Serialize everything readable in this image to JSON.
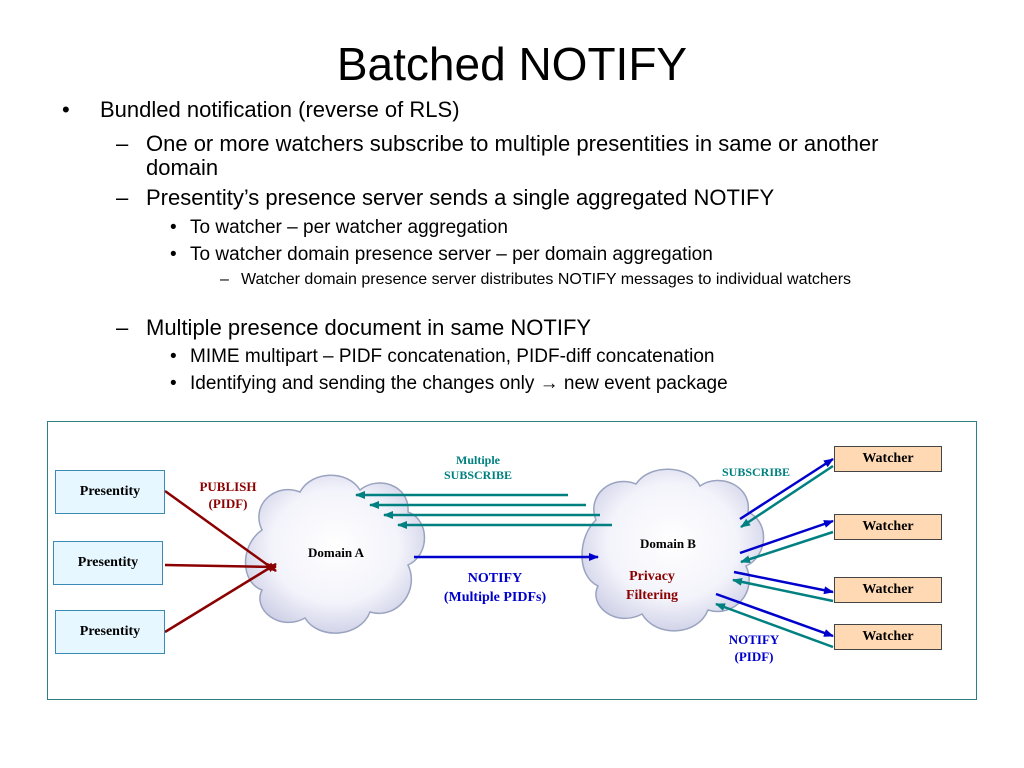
{
  "title": "Batched NOTIFY",
  "outline": {
    "item1": "Bundled notification (reverse of RLS)",
    "item1_1": "One or more watchers subscribe to multiple presentities in same or another domain",
    "item1_2": "Presentity’s presence server sends a single aggregated NOTIFY",
    "item1_2_1": "To watcher – per watcher aggregation",
    "item1_2_2": "To watcher domain presence server – per domain aggregation",
    "item1_2_2_1": "Watcher domain presence server distributes NOTIFY messages to individual watchers",
    "item1_3": "Multiple presence document in same NOTIFY",
    "item1_3_1": "MIME multipart – PIDF concatenation, PIDF-diff concatenation",
    "item1_3_2a": "Identifying and sending the changes only ",
    "item1_3_2_arrow": "→",
    "item1_3_2b": " new event package",
    "bullet": "•",
    "dash": "–"
  },
  "diagram": {
    "presentities": [
      "Presentity",
      "Presentity",
      "Presentity"
    ],
    "watchers": [
      "Watcher",
      "Watcher",
      "Watcher",
      "Watcher"
    ],
    "domain_a": "Domain A",
    "domain_b": "Domain B",
    "publish": "PUBLISH",
    "publish_sub": "(PIDF)",
    "multiple_subscribe_1": "Multiple",
    "multiple_subscribe_2": "SUBSCRIBE",
    "notify_multi_1": "NOTIFY",
    "notify_multi_2": "(Multiple PIDFs)",
    "privacy_1": "Privacy",
    "privacy_2": "Filtering",
    "subscribe": "SUBSCRIBE",
    "notify_pidf_1": "NOTIFY",
    "notify_pidf_2": "(PIDF)",
    "colors": {
      "publish": "#8b0000",
      "teal": "#008080",
      "blue": "#0000cc",
      "cloud_edge": "#9aa3c0",
      "frame": "#2e7f7f"
    }
  }
}
